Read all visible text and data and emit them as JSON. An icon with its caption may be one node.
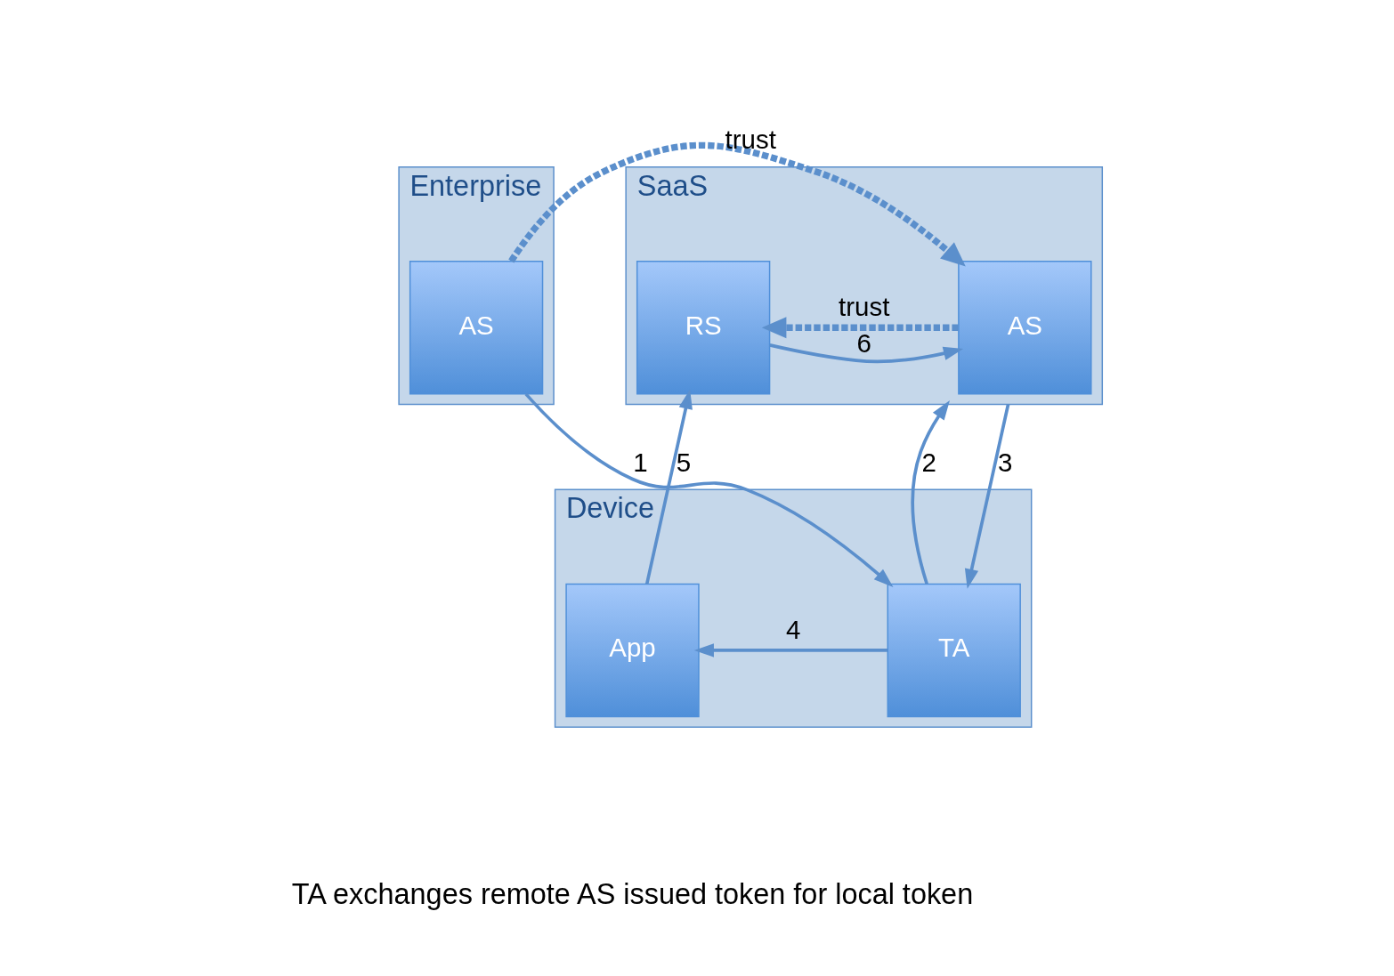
{
  "diagram": {
    "nodes": [
      {
        "text": [
          "Enterprise"
        ]
      },
      {
        "text": [
          "AS"
        ],
        "in": 0
      },
      {
        "text": [
          "SaaS"
        ]
      },
      {
        "text": [
          "AS"
        ],
        "in": 2
      },
      {
        "text": [
          "RS"
        ],
        "in": 2
      },
      {
        "text": [
          "Device"
        ]
      },
      {
        "text": [
          "TA"
        ],
        "in": 5
      },
      {
        "text": [
          "App"
        ],
        "in": 5
      }
    ],
    "edges": [
      {
        "from": 1,
        "to": 3,
        "arrow": "to",
        "label": "trust",
        "style": "dashed"
      },
      {
        "from": 4,
        "to": 3,
        "arrow": "to",
        "label": "6"
      },
      {
        "from": 3,
        "to": 4,
        "arrow": "to",
        "label": "trust",
        "style": "dashed"
      },
      {
        "from": 1,
        "to": 6,
        "arrow": "to",
        "label": "1"
      },
      {
        "from": 6,
        "to": 2,
        "arrow": "to",
        "label": "2"
      },
      {
        "from": 2,
        "to": 6,
        "arrow": "to",
        "label": "3"
      },
      {
        "from": 6,
        "to": 7,
        "arrow": "to",
        "label": "4"
      },
      {
        "from": 7,
        "to": 4,
        "arrow": "to",
        "label": "5"
      }
    ],
    "labels": [
      "TA exchanges remote AS issued token for local token"
    ]
  }
}
